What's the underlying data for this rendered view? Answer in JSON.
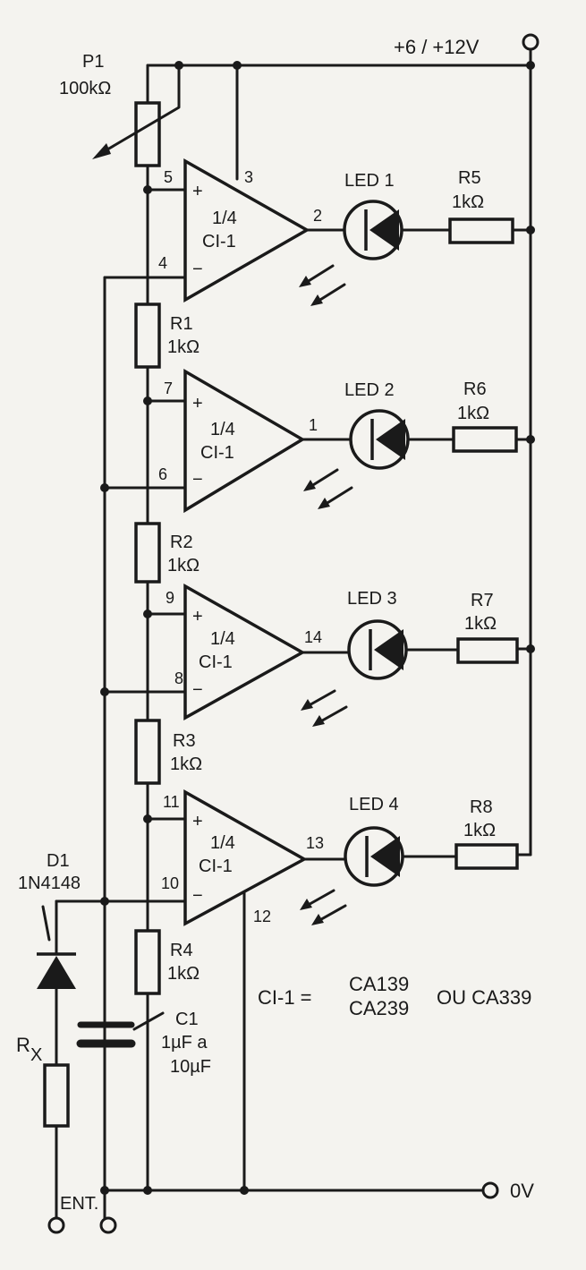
{
  "supply": {
    "label": "+6 / +12V"
  },
  "ground": {
    "label": "0V"
  },
  "input": {
    "label": "ENT."
  },
  "pot": {
    "ref": "P1",
    "value": "100kΩ"
  },
  "divider": [
    {
      "ref": "R1",
      "value": "1kΩ"
    },
    {
      "ref": "R2",
      "value": "1kΩ"
    },
    {
      "ref": "R3",
      "value": "1kΩ"
    },
    {
      "ref": "R4",
      "value": "1kΩ"
    }
  ],
  "comparators": [
    {
      "frac": "1/4",
      "name": "CI-1",
      "in_plus": "5",
      "in_minus": "4",
      "out": "2",
      "led": "LED 1",
      "res_ref": "R5",
      "res_value": "1kΩ",
      "supply_pin": "3"
    },
    {
      "frac": "1/4",
      "name": "CI-1",
      "in_plus": "7",
      "in_minus": "6",
      "out": "1",
      "led": "LED 2",
      "res_ref": "R6",
      "res_value": "1kΩ"
    },
    {
      "frac": "1/4",
      "name": "CI-1",
      "in_plus": "9",
      "in_minus": "8",
      "out": "14",
      "led": "LED 3",
      "res_ref": "R7",
      "res_value": "1kΩ"
    },
    {
      "frac": "1/4",
      "name": "CI-1",
      "in_plus": "11",
      "in_minus": "10",
      "out": "13",
      "led": "LED 4",
      "res_ref": "R8",
      "res_value": "1kΩ",
      "gnd_pin": "12"
    }
  ],
  "diode": {
    "ref": "D1",
    "part": "1N4148"
  },
  "rx": {
    "ref": "R",
    "sub": "X"
  },
  "cap": {
    "ref": "C1",
    "value1": "1µF  a",
    "value2": "10µF"
  },
  "note": {
    "prefix": "CI-1 =",
    "line1": "CA139",
    "line2": "CA239",
    "suffix": "OU CA339"
  },
  "signs": {
    "plus": "+",
    "minus": "−"
  }
}
